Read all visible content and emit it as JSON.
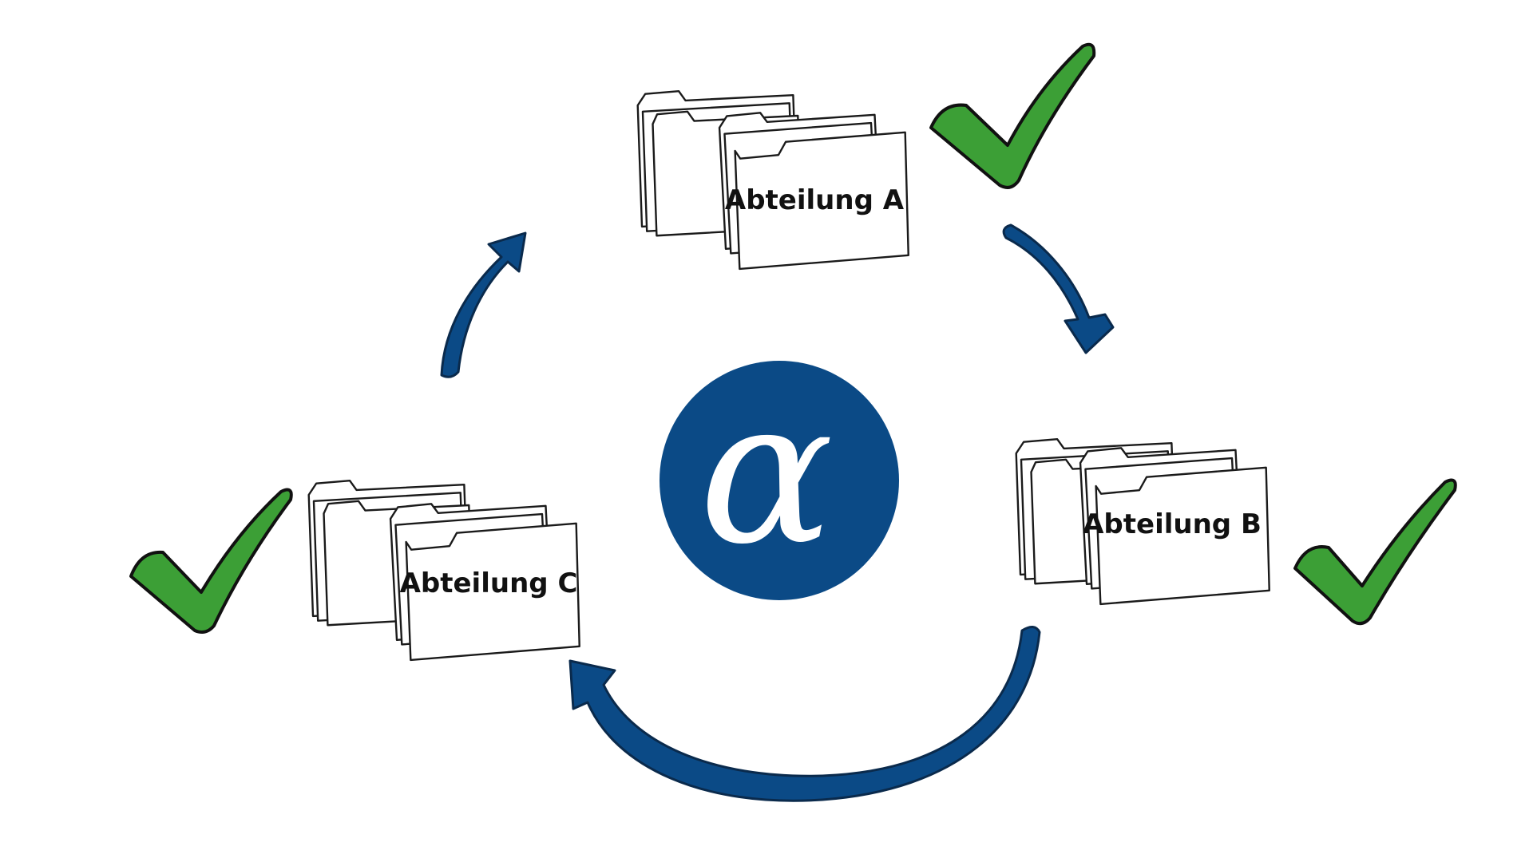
{
  "departments": {
    "a": {
      "label": "Abteilung A",
      "approved": true
    },
    "b": {
      "label": "Abteilung B",
      "approved": true
    },
    "c": {
      "label": "Abteilung C",
      "approved": true
    }
  },
  "center_logo": {
    "glyph": "α",
    "background_color": "#0b4a86",
    "glyph_color": "#ffffff"
  },
  "colors": {
    "arrow": "#0b4a86",
    "check": "#3c9f36",
    "outline": "#1a1a1a",
    "background": "#ffffff"
  },
  "flow_order": [
    "Abteilung A",
    "Abteilung B",
    "Abteilung C"
  ]
}
